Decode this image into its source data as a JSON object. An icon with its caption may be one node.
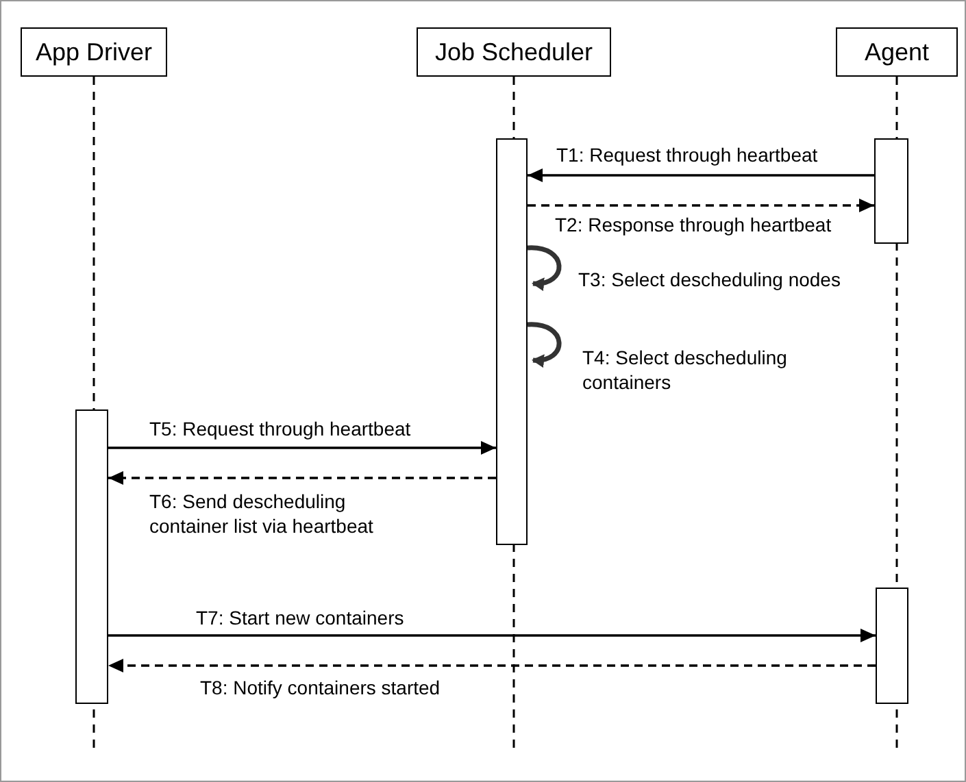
{
  "diagram": {
    "nodes": [
      {
        "text": [
          "App Driver"
        ]
      },
      {
        "text": [
          "Job Scheduler"
        ]
      },
      {
        "text": [
          "Agent"
        ]
      },
      {
        "text": [],
        "shape": "bar"
      },
      {
        "text": [],
        "shape": "bar"
      },
      {
        "text": [],
        "shape": "bar"
      },
      {
        "text": [],
        "shape": "bar"
      }
    ],
    "edges": [
      {
        "from": 4,
        "to": 3,
        "arrow": "to",
        "label": "T1: Request through heartbeat"
      },
      {
        "from": 3,
        "to": 4,
        "arrow": "to",
        "style": "dashed",
        "label": "T2: Response through heartbeat"
      },
      {
        "from": 3,
        "to": 3,
        "arrow": "to",
        "style": "thick",
        "label": "T3: Select descheduling nodes"
      },
      {
        "from": 3,
        "to": 3,
        "arrow": "to",
        "style": "thick",
        "label": "T4: Select descheduling containers"
      },
      {
        "from": 5,
        "to": 3,
        "arrow": "to",
        "label": "T5: Request through heartbeat"
      },
      {
        "from": 3,
        "to": 5,
        "arrow": "to",
        "style": "dashed",
        "label": "T6: Send descheduling container list via heartbeat"
      },
      {
        "from": 5,
        "to": 6,
        "arrow": "to",
        "label": "T7: Start new containers"
      },
      {
        "from": 6,
        "to": 5,
        "arrow": "to",
        "style": "dashed",
        "label": "T8: Notify containers started"
      }
    ]
  }
}
